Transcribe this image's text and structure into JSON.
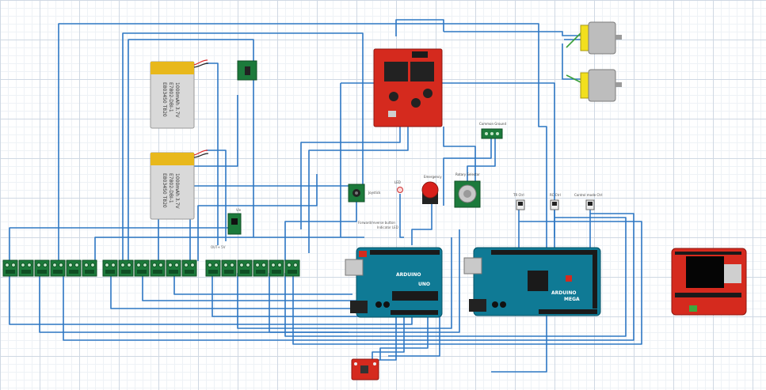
{
  "colors": {
    "wire": "#2f78c4",
    "arduino": "#0f7a95",
    "red_board": "#d52a1e",
    "breakout_green": "#1c7a3b",
    "battery_yellow": "#e8b81c",
    "motor_yellow": "#f2df1e"
  },
  "battery_1": {
    "lines": [
      "E803450 T820",
      "E7802-DBI-1",
      "1000mAh 3.7V"
    ]
  },
  "battery_2": {
    "lines": [
      "E803450 T820",
      "E7802-DBI-1",
      "1000mAh 3.7V"
    ]
  },
  "labels": {
    "common_ground": "Common Ground",
    "emergency": "Emergency",
    "rotary_selector": "Rotary Selector",
    "joystick": "Joystick",
    "led": "LED",
    "sw1": "TR Ctrl",
    "sw2": "RC Ctrl",
    "sw3": "Control mode Ctrl",
    "forwardreverse": "Forward/reverse button",
    "indicator": "Indicator LED",
    "vin_label": "Vin",
    "out_label": "OUT+ 5V",
    "uno_brand": "ARDUINO",
    "uno_model": "UNO",
    "mega_brand": "ARDUINO",
    "mega_model": "MEGA"
  }
}
